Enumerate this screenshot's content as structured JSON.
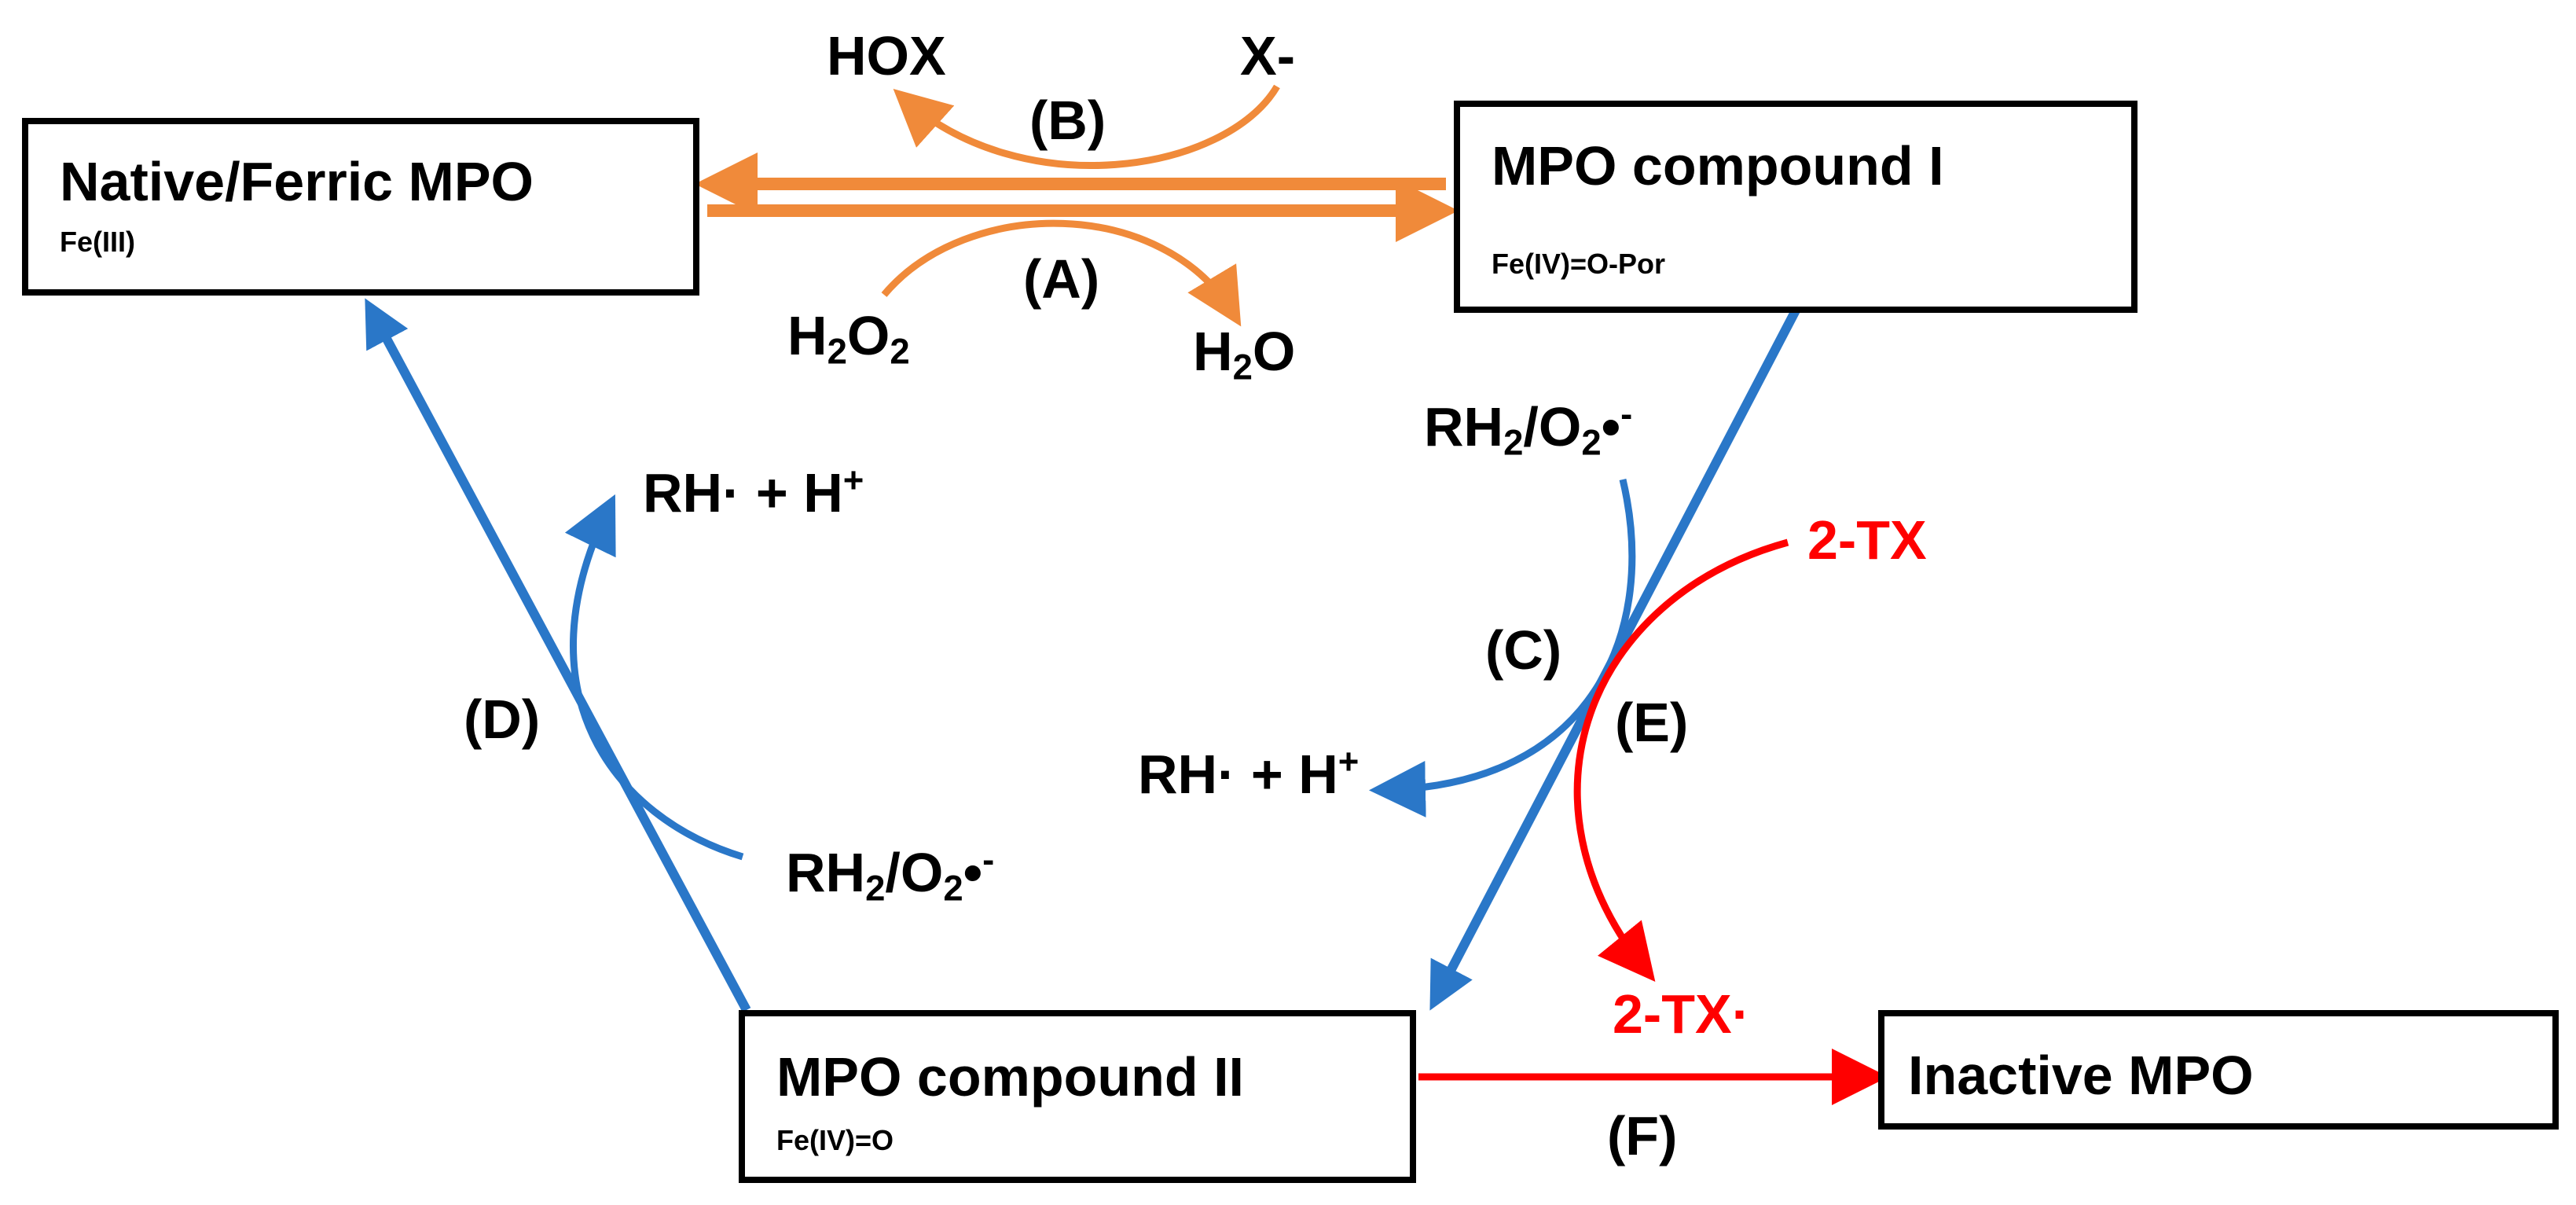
{
  "boxes": {
    "native": {
      "title": "Native/Ferric MPO",
      "state": "Fe(III)"
    },
    "compound1": {
      "title": "MPO compound I",
      "state": "Fe(IV)=O-Por"
    },
    "compound2": {
      "title": "MPO compound II",
      "state": "Fe(IV)=O"
    },
    "inactive": {
      "title": "Inactive MPO"
    }
  },
  "steps": {
    "a": "(A)",
    "b": "(B)",
    "c": "(C)",
    "d": "(D)",
    "e": "(E)",
    "f": "(F)"
  },
  "species": {
    "hox": "HOX",
    "x_minus": "X-",
    "h2o2": {
      "base": "H",
      "sub1": "2",
      "mid": "O",
      "sub2": "2"
    },
    "h2o": {
      "base": "H",
      "sub1": "2",
      "end": "O"
    },
    "rh2_o2_c": {
      "a": "RH",
      "sub1": "2",
      "b": "/O",
      "sub2": "2",
      "c": "•",
      "sup": "-"
    },
    "rh2_o2_d": {
      "a": "RH",
      "sub1": "2",
      "b": "/O",
      "sub2": "2",
      "c": "•",
      "sup": "-"
    },
    "rh_h_c": {
      "a": "RH· + H",
      "sup": "+"
    },
    "rh_h_d": {
      "a": "RH· + H",
      "sup": "+"
    },
    "tx": "2-TX",
    "tx_radical": "2-TX·"
  },
  "colors": {
    "orange": "#f08a3a",
    "blue": "#2a77c8",
    "red": "#ff0000",
    "black": "#000000"
  }
}
